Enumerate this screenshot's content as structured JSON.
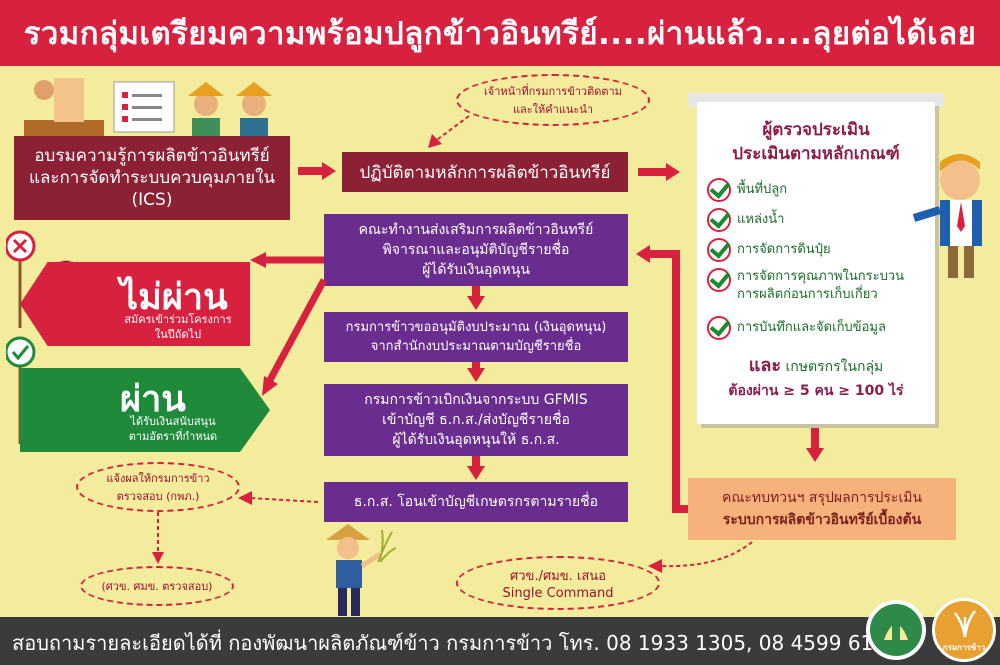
{
  "header": {
    "title": "รวมกลุ่มเตรียมความพร้อมปลูกข้าวอินทรีย์....ผ่านแล้ว....ลุยต่อได้เลย"
  },
  "training_box": {
    "lines": [
      "อบรมความรู้การผลิตข้าวอินทรีย์",
      "และการจัดทำระบบควบคุมภายใน",
      "(ICS)"
    ]
  },
  "officer_callout": {
    "lines": [
      "เจ้าหน้าที่กรมการข้าวติดตาม",
      "และให้คำแนะนำ"
    ]
  },
  "practice_box": {
    "label": "ปฏิบัติตามหลักการผลิตข้าวอินทรีย์"
  },
  "board": {
    "title1": "ผู้ตรวจประเมิน",
    "title2": "ประเมินตามหลักเกณฑ์",
    "criteria": [
      "พื้นที่ปลูก",
      "แหล่งน้ำ",
      "การจัดการดินปุ๋ย",
      "การจัดการคุณภาพในกระบวน",
      "การบันทึกและจัดเก็บข้อมูล"
    ],
    "criteria_sub": "การผลิตก่อนการเก็บเกี่ยว",
    "and_word": "และ",
    "and_rest": "เกษตรกรในกลุ่ม",
    "requirement": "ต้องผ่าน ≥ 5 คน ≥ 100 ไร่"
  },
  "committee_box": {
    "lines": [
      "คณะทำงานส่งเสริมการผลิตข้าวอินทรีย์",
      "พิจารณาและอนุมัติบัญชีรายชื่อ",
      "ผู้ได้รับเงินอุดหนุน"
    ]
  },
  "budget_box": {
    "lines": [
      "กรมการข้าวขออนุมัติงบประมาณ (เงินอุดหนุน)",
      "จากสำนักงบประมาณตามบัญชีรายชื่อ"
    ]
  },
  "gfmis_box": {
    "lines": [
      "กรมการข้าวเบิกเงินจากระบบ GFMIS",
      "เข้าบัญชี ธ.ก.ส./ส่งบัญชีรายชื่อ",
      "ผู้ได้รับเงินอุดหนุนให้ ธ.ก.ส."
    ]
  },
  "baac_box": {
    "label": "ธ.ก.ส. โอนเข้าบัญชีเกษตรกรตามรายชื่อ"
  },
  "fail": {
    "title": "ไม่ผ่าน",
    "lines": [
      "สมัครเข้าร่วมโครงการ",
      "ในปีถัดไป"
    ],
    "color": "#d8203f"
  },
  "pass": {
    "title": "ผ่าน",
    "lines": [
      "ได้รับเงินสนับสนุน",
      "ตามอัตราที่กำหนด"
    ],
    "color": "#1f8a3a"
  },
  "notify_callout": {
    "lines": [
      "แจ้งผลให้กรมการข้าว",
      "ตรวจสอบ (กพภ.)"
    ]
  },
  "check_callout": {
    "label": "(ศวข. ศมข. ตรวจสอบ)"
  },
  "review_box": {
    "lines": [
      "คณะทบทวนฯ สรุปผลการประเมิน",
      "ระบบการผลิตข้าวอินทรีย์เบื้องต้น"
    ]
  },
  "propose_callout": {
    "lines": [
      "ศวข./ศมข. เสนอ",
      "Single Command"
    ]
  },
  "footer": {
    "text": "สอบถามรายละเอียดได้ที่ กองพัฒนาผลิตภัณฑ์ข้าว กรมการข้าว โทร. 08 1933 1305, 08 4599 6144",
    "logo2_text": "กรมการข้าว"
  }
}
